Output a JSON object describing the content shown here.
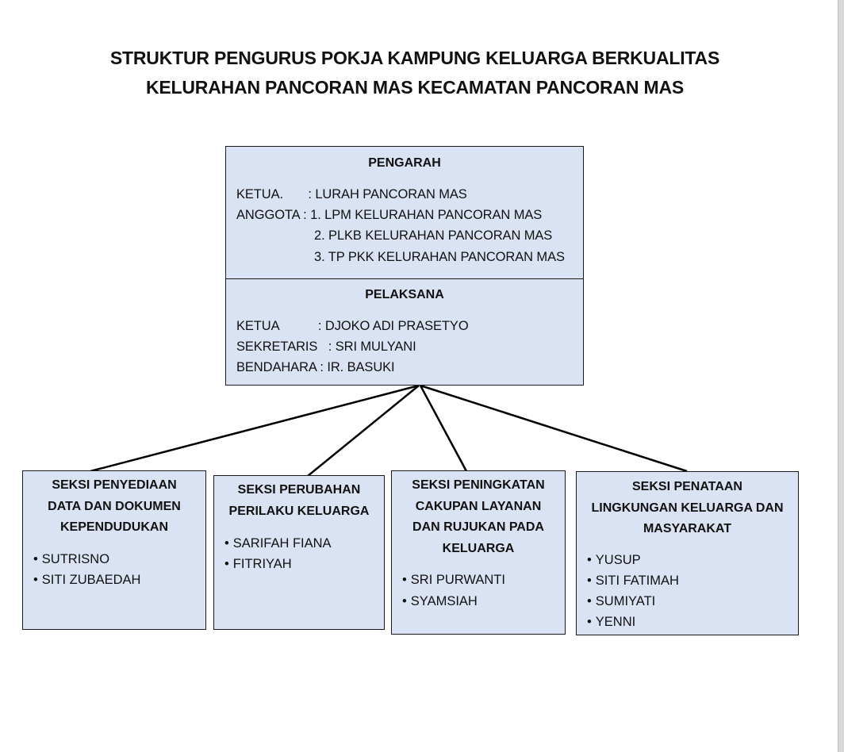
{
  "title": {
    "line1": "STRUKTUR PENGURUS POKJA  KAMPUNG KELUARGA BERKUALITAS",
    "line2": "KELURAHAN PANCORAN MAS KECAMATAN PANCORAN MAS"
  },
  "pengarah": {
    "heading": "PENGARAH",
    "ketua": "KETUA.       : LURAH PANCORAN MAS",
    "anggota_1": "ANGGOTA : 1. LPM KELURAHAN PANCORAN MAS",
    "anggota_2": "2. PLKB KELURAHAN PANCORAN MAS",
    "anggota_3": "3. TP PKK KELURAHAN PANCORAN MAS"
  },
  "pelaksana": {
    "heading": "PELAKSANA",
    "ketua": "KETUA           : DJOKO ADI PRASETYO",
    "sekretaris": "SEKRETARIS   : SRI MULYANI",
    "bendahara": "BENDAHARA : IR. BASUKI"
  },
  "sections": [
    {
      "title_lines": [
        "SEKSI PENYEDIAAN",
        "DATA DAN DOKUMEN",
        "KEPENDUDUKAN"
      ],
      "members": [
        "SUTRISNO",
        "SITI ZUBAEDAH"
      ]
    },
    {
      "title_lines": [
        "SEKSI PERUBAHAN",
        "PERILAKU KELUARGA"
      ],
      "members": [
        "SARIFAH FIANA",
        "FITRIYAH"
      ]
    },
    {
      "title_lines": [
        "SEKSI PENINGKATAN",
        "CAKUPAN LAYANAN",
        "DAN RUJUKAN PADA",
        "KELUARGA"
      ],
      "members": [
        "SRI PURWANTI",
        "SYAMSIAH"
      ]
    },
    {
      "title_lines": [
        "SEKSI PENATAAN",
        "LINGKUNGAN KELUARGA DAN",
        "MASYARAKAT"
      ],
      "members": [
        "YUSUP",
        "SITI FATIMAH",
        "SUMIYATI",
        "YENNI"
      ]
    }
  ]
}
